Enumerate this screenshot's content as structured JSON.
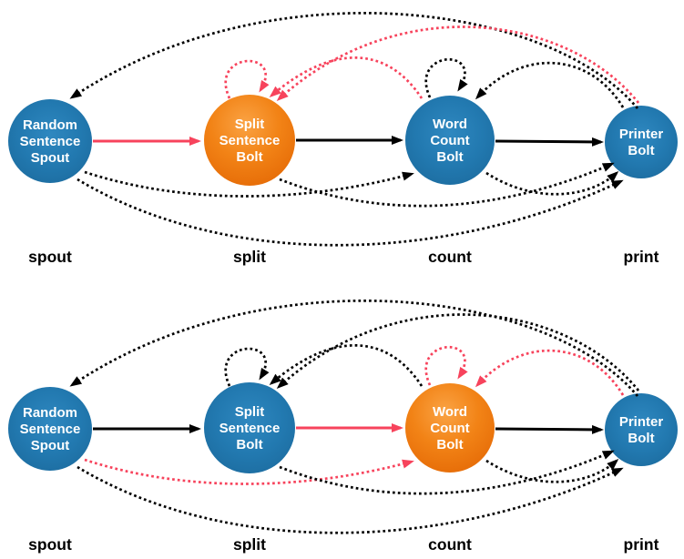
{
  "figure": {
    "background": "#ffffff",
    "colors": {
      "node_blue": "#2279B0",
      "node_blue_light": "#2F88C0",
      "node_blue_dark": "#1C6B9E",
      "node_orange": "#F28316",
      "node_orange_light": "#FAA344",
      "node_orange_dark": "#E56A06",
      "edge_black": "#000000",
      "edge_red": "#F7435C",
      "node_text": "#FFFFFF",
      "label_text": "#000000"
    },
    "nodes": [
      {
        "id": "spout",
        "label": "spout",
        "title_lines": [
          "Random",
          "Sentence",
          "Spout"
        ]
      },
      {
        "id": "split",
        "label": "split",
        "title_lines": [
          "Split",
          "Sentence",
          "Bolt"
        ]
      },
      {
        "id": "count",
        "label": "count",
        "title_lines": [
          "Word",
          "Count",
          "Bolt"
        ]
      },
      {
        "id": "print",
        "label": "print",
        "title_lines": [
          "Printer",
          "Bolt"
        ]
      }
    ],
    "diagrams": [
      {
        "id": "top",
        "selected": "split",
        "edges": [
          {
            "from": "spout",
            "to": "split",
            "route": "spout-split",
            "style": "solid",
            "color": "red"
          },
          {
            "from": "split",
            "to": "count",
            "route": "split-count",
            "style": "solid",
            "color": "black"
          },
          {
            "from": "count",
            "to": "print",
            "route": "count-print-solid",
            "style": "solid",
            "color": "black"
          },
          {
            "from": "print",
            "to": "spout",
            "route": "print-spout",
            "style": "dotted",
            "color": "black"
          },
          {
            "from": "print",
            "to": "split",
            "route": "print-split",
            "style": "dotted",
            "color": "red"
          },
          {
            "from": "count",
            "to": "split",
            "route": "count-split",
            "style": "dotted",
            "color": "red"
          },
          {
            "from": "print",
            "to": "count",
            "route": "print-count",
            "style": "dotted",
            "color": "black"
          },
          {
            "from": "split",
            "to": "split",
            "route": "loop-split",
            "style": "dotted",
            "color": "red"
          },
          {
            "from": "count",
            "to": "count",
            "route": "loop-count",
            "style": "dotted",
            "color": "black"
          },
          {
            "from": "spout",
            "to": "count",
            "route": "spout-count",
            "style": "dotted",
            "color": "black"
          },
          {
            "from": "split",
            "to": "print",
            "route": "split-print",
            "style": "dotted",
            "color": "black"
          },
          {
            "from": "count",
            "to": "print",
            "route": "count-print-dotted",
            "style": "dotted",
            "color": "black"
          },
          {
            "from": "spout",
            "to": "print",
            "route": "spout-print",
            "style": "dotted",
            "color": "black"
          }
        ]
      },
      {
        "id": "bottom",
        "selected": "count",
        "edges": [
          {
            "from": "spout",
            "to": "split",
            "route": "spout-split",
            "style": "solid",
            "color": "black"
          },
          {
            "from": "split",
            "to": "count",
            "route": "split-count",
            "style": "solid",
            "color": "red"
          },
          {
            "from": "count",
            "to": "print",
            "route": "count-print-solid",
            "style": "solid",
            "color": "black"
          },
          {
            "from": "print",
            "to": "spout",
            "route": "print-spout",
            "style": "dotted",
            "color": "black"
          },
          {
            "from": "print",
            "to": "split",
            "route": "print-split",
            "style": "dotted",
            "color": "black"
          },
          {
            "from": "count",
            "to": "split",
            "route": "count-split",
            "style": "dotted",
            "color": "black"
          },
          {
            "from": "print",
            "to": "count",
            "route": "print-count",
            "style": "dotted",
            "color": "red"
          },
          {
            "from": "split",
            "to": "split",
            "route": "loop-split",
            "style": "dotted",
            "color": "black"
          },
          {
            "from": "count",
            "to": "count",
            "route": "loop-count",
            "style": "dotted",
            "color": "red"
          },
          {
            "from": "spout",
            "to": "count",
            "route": "spout-count",
            "style": "dotted",
            "color": "red"
          },
          {
            "from": "split",
            "to": "print",
            "route": "split-print",
            "style": "dotted",
            "color": "black"
          },
          {
            "from": "count",
            "to": "print",
            "route": "count-print-dotted",
            "style": "dotted",
            "color": "black"
          },
          {
            "from": "spout",
            "to": "print",
            "route": "spout-print",
            "style": "dotted",
            "color": "black"
          }
        ]
      }
    ]
  }
}
